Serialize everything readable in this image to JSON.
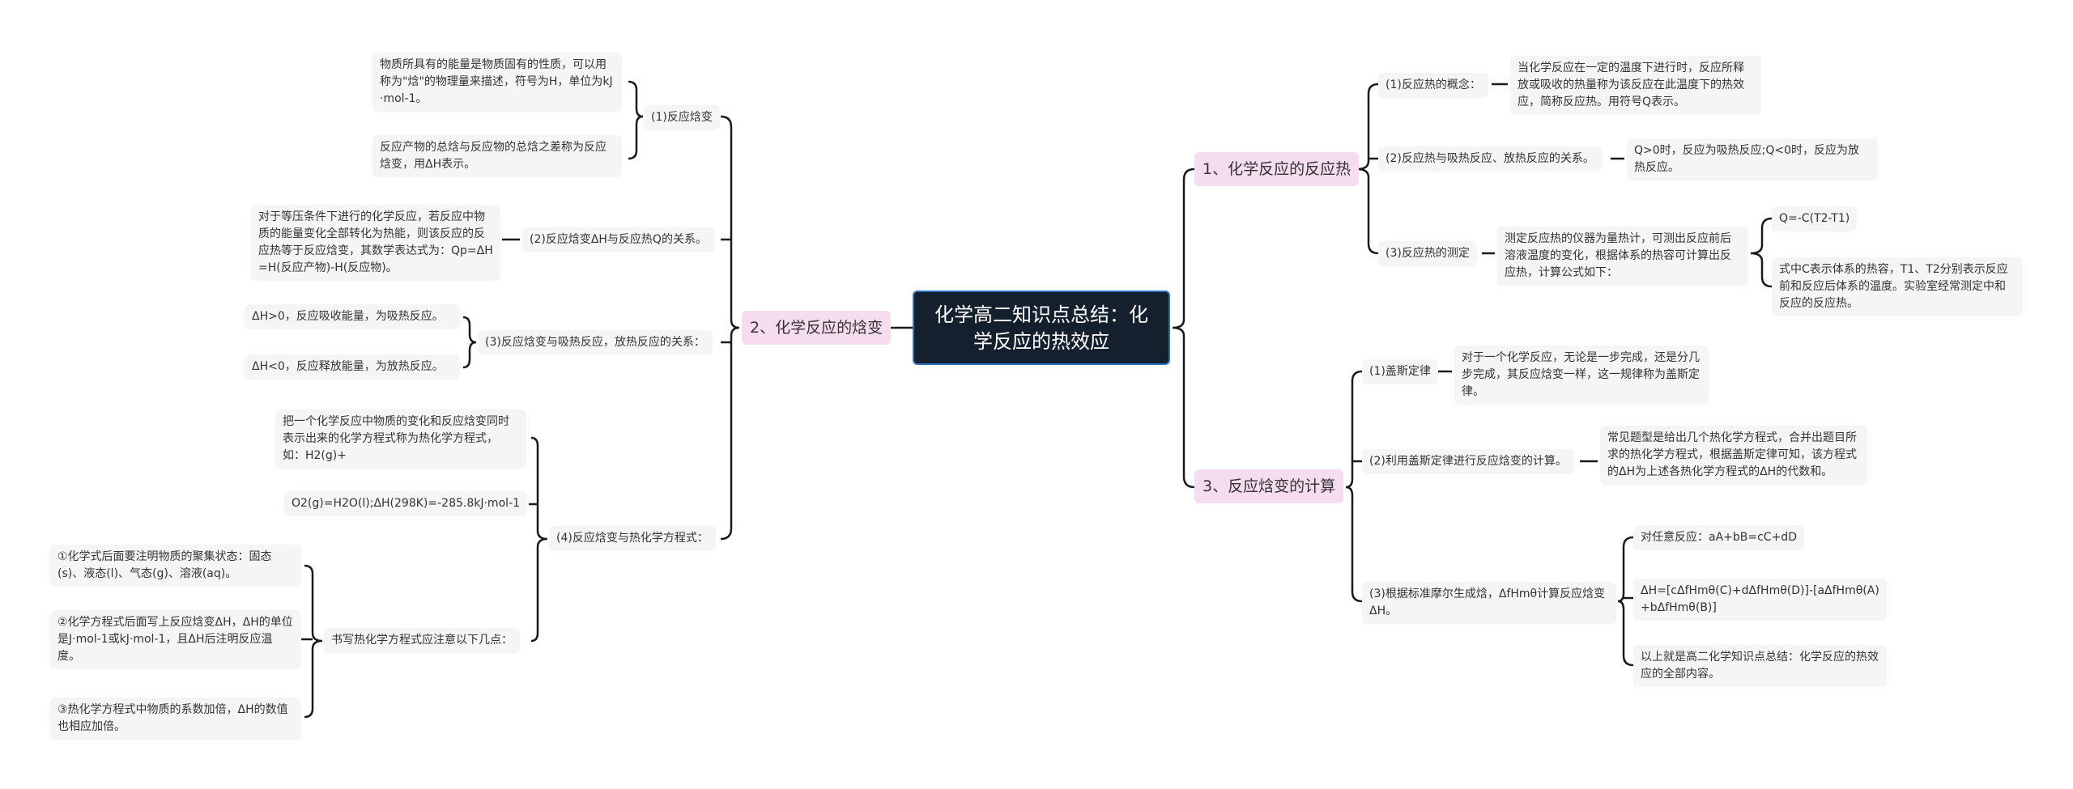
{
  "root": {
    "title": "化学高二知识点总结：化学反应的热效应"
  },
  "colors": {
    "root_bg": "#15202e",
    "root_border": "#2f6fc0",
    "section_bg": "#f6dcef",
    "leaf_bg": "#f5f5f5",
    "line": "#1a1a1a"
  },
  "sections": [
    {
      "title": "1、化学反应的反应热",
      "items": [
        {
          "label": "(1)反应热的概念：",
          "details": [
            "当化学反应在一定的温度下进行时，反应所释放或吸收的热量称为该反应在此温度下的热效应，简称反应热。用符号Q表示。"
          ]
        },
        {
          "label": "(2)反应热与吸热反应、放热反应的关系。",
          "details": [
            "Q>0时，反应为吸热反应;Q<0时，反应为放热反应。"
          ]
        },
        {
          "label": "(3)反应热的测定",
          "details": [
            "测定反应热的仪器为量热计，可测出反应前后溶液温度的变化，根据体系的热容可计算出反应热，计算公式如下："
          ],
          "sub": [
            "Q=-C(T2-T1)",
            "式中C表示体系的热容，T1、T2分别表示反应前和反应后体系的温度。实验室经常测定中和反应的反应热。"
          ]
        }
      ]
    },
    {
      "title": "2、化学反应的焓变",
      "items": [
        {
          "label": "(1)反应焓变",
          "details": [
            "物质所具有的能量是物质固有的性质，可以用称为\"焓\"的物理量来描述，符号为H，单位为kJ·mol-1。",
            "反应产物的总焓与反应物的总焓之差称为反应焓变，用ΔH表示。"
          ]
        },
        {
          "label": "(2)反应焓变ΔH与反应热Q的关系。",
          "details": [
            "对于等压条件下进行的化学反应，若反应中物质的能量变化全部转化为热能，则该反应的反应热等于反应焓变，其数学表达式为：Qp=ΔH=H(反应产物)-H(反应物)。"
          ]
        },
        {
          "label": "(3)反应焓变与吸热反应，放热反应的关系：",
          "details": [
            "ΔH>0，反应吸收能量，为吸热反应。",
            "ΔH<0，反应释放能量，为放热反应。"
          ]
        },
        {
          "label": "(4)反应焓变与热化学方程式：",
          "details": [
            "把一个化学反应中物质的变化和反应焓变同时表示出来的化学方程式称为热化学方程式，如：H2(g)+",
            "O2(g)=H2O(l);ΔH(298K)=-285.8kJ·mol-1"
          ],
          "sub": {
            "label": "书写热化学方程式应注意以下几点：",
            "details": [
              "①化学式后面要注明物质的聚集状态：固态(s)、液态(l)、气态(g)、溶液(aq)。",
              "②化学方程式后面写上反应焓变ΔH，ΔH的单位是J·mol-1或kJ·mol-1，且ΔH后注明反应温度。",
              "③热化学方程式中物质的系数加倍，ΔH的数值也相应加倍。"
            ]
          }
        }
      ]
    },
    {
      "title": "3、反应焓变的计算",
      "items": [
        {
          "label": "(1)盖斯定律",
          "details": [
            "对于一个化学反应，无论是一步完成，还是分几步完成，其反应焓变一样，这一规律称为盖斯定律。"
          ]
        },
        {
          "label": "(2)利用盖斯定律进行反应焓变的计算。",
          "details": [
            "常见题型是给出几个热化学方程式，合并出题目所求的热化学方程式，根据盖斯定律可知，该方程式的ΔH为上述各热化学方程式的ΔH的代数和。"
          ]
        },
        {
          "label": "(3)根据标准摩尔生成焓，ΔfHmθ计算反应焓变ΔH。",
          "details": [
            "对任意反应：aA+bB=cC+dD",
            "ΔH=[cΔfHmθ(C)+dΔfHmθ(D)]-[aΔfHmθ(A)+bΔfHmθ(B)]",
            "以上就是高二化学知识点总结：化学反应的热效应的全部内容。"
          ]
        }
      ]
    }
  ]
}
